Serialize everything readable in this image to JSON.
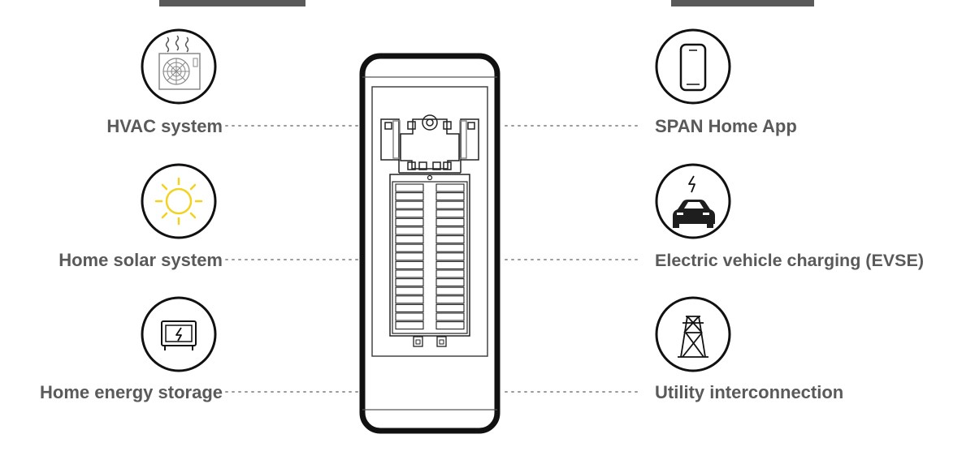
{
  "left_items": [
    {
      "label": "HVAC system",
      "icon": "hvac-icon"
    },
    {
      "label": "Home solar system",
      "icon": "sun-icon"
    },
    {
      "label": "Home energy storage",
      "icon": "battery-storage-icon"
    }
  ],
  "right_items": [
    {
      "label": "SPAN Home App",
      "icon": "smartphone-icon"
    },
    {
      "label": "Electric vehicle charging (EVSE)",
      "icon": "ev-car-icon"
    },
    {
      "label": "Utility interconnection",
      "icon": "transmission-tower-icon"
    }
  ],
  "colors": {
    "label_text": "#5a5a5a",
    "outline": "#111111",
    "dotted_line": "#9a9a9a",
    "solar_accent": "#f2d21e"
  }
}
